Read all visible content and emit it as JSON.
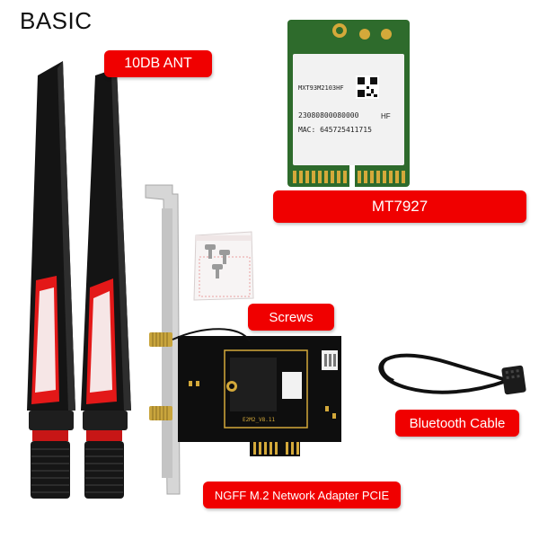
{
  "title": "BASIC",
  "labels": {
    "antenna": "10DB ANT",
    "chip": "MT7927",
    "screws": "Screws",
    "bluetooth": "Bluetooth Cable",
    "adapter": "NGFF M.2 Network Adapter PCIE"
  },
  "module_sticker": {
    "model": "MXT93M2103HF",
    "serial": "23080800080000",
    "suffix": "HF",
    "mac": "MAC: 645725411715"
  },
  "board_print": "E2M2_V8.11",
  "colors": {
    "label_bg": "#f00000",
    "antenna_body": "#1a1a1a",
    "antenna_stripe": "#e31818",
    "pcb": "#0e0e0e",
    "module_pcb": "#2e6b2c",
    "gold": "#d4a93a"
  }
}
